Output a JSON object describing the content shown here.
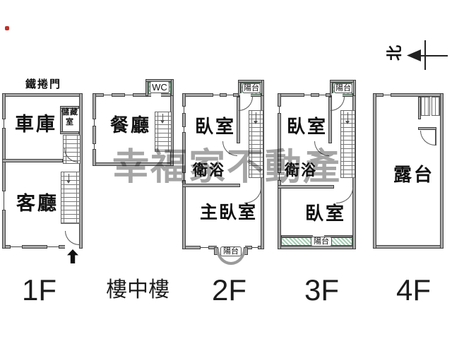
{
  "colors": {
    "wall": "#a9a9a9",
    "wallEdge": "#3f3f3f",
    "hatch": "#a8cdb5",
    "watermark": "#8f8f8f",
    "marker": "#c03028"
  },
  "watermark": {
    "text": "幸福家不動產"
  },
  "compass": {
    "north": "北"
  },
  "floors": [
    {
      "label": "1F",
      "roller_door": "鐵捲門",
      "rooms": {
        "garage": "車庫",
        "storage_line1": "儲藏",
        "storage_line2": "室",
        "living": "客廳"
      }
    },
    {
      "label": "樓中樓",
      "rooms": {
        "wc": "WC",
        "dining": "餐廳"
      }
    },
    {
      "label": "2F",
      "rooms": {
        "balcony_top": "陽台",
        "bedroom": "臥室",
        "bath": "衛浴",
        "master_bedroom": "主臥室",
        "balcony_bottom": "陽台"
      }
    },
    {
      "label": "3F",
      "rooms": {
        "balcony_top": "陽台",
        "bedroom_top": "臥室",
        "bath": "衛浴",
        "bedroom_bottom": "臥室",
        "balcony_bottom": "陽台"
      }
    },
    {
      "label": "4F",
      "rooms": {
        "terrace": "露台"
      }
    }
  ]
}
